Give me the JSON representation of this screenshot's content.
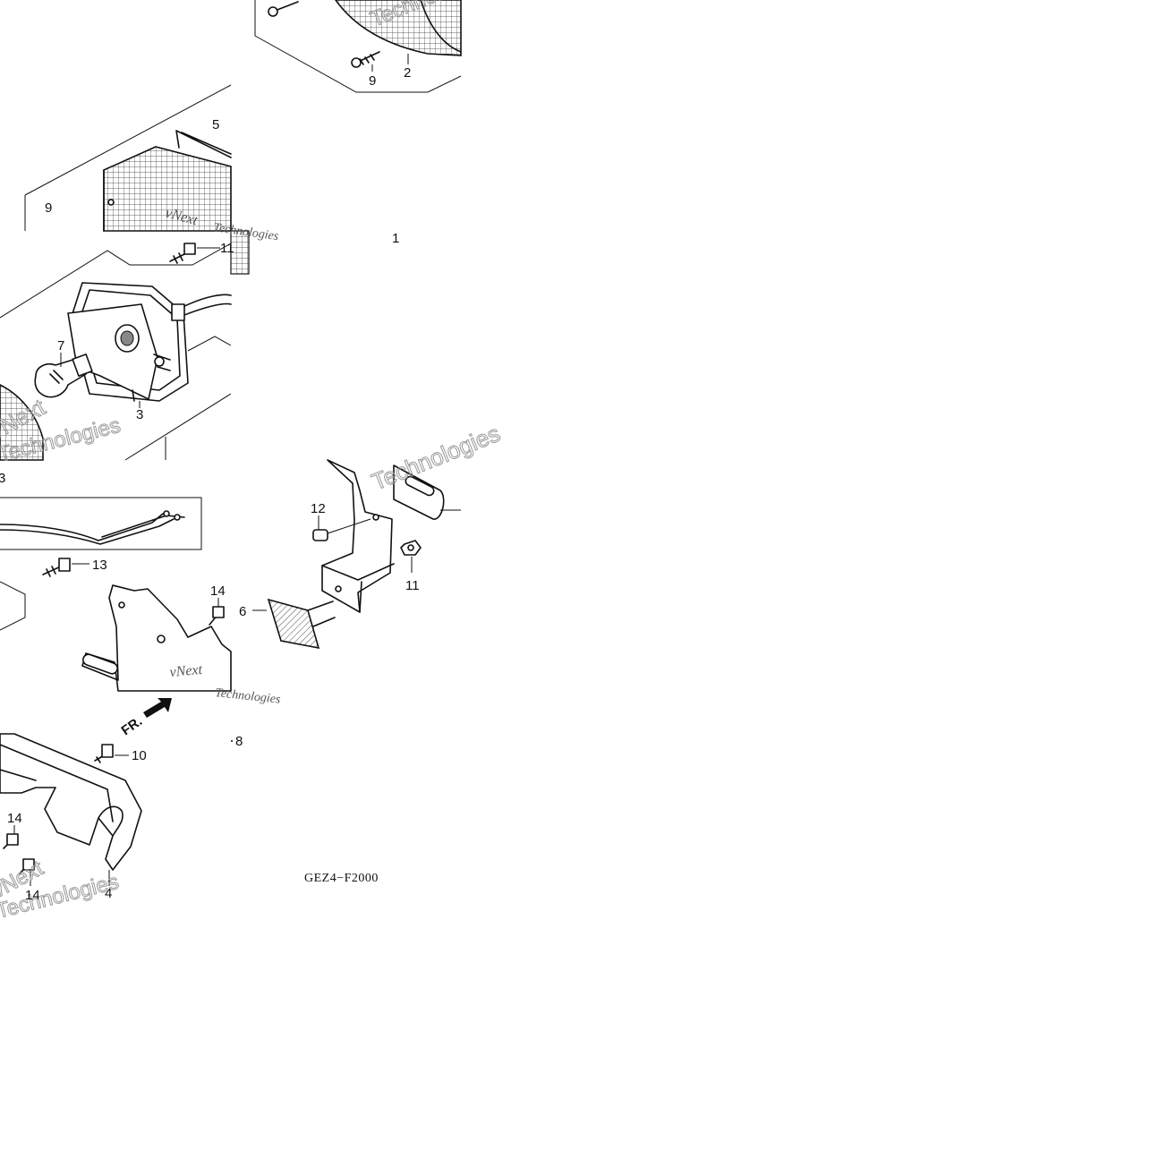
{
  "diagram_code": "GEZ4−F2000",
  "front_indicator": "FR.",
  "watermarks": {
    "brand": "vNext",
    "word": "Technologies"
  },
  "callouts": {
    "c1": "1",
    "c2": "2",
    "c3": "3",
    "c3b": "3",
    "c4": "4",
    "c5": "5",
    "c6": "6",
    "c7": "7",
    "c8": "8",
    "c9a": "9",
    "c9b": "9",
    "c10": "10",
    "c11a": "11",
    "c11b": "11",
    "c12": "12",
    "c13": "13",
    "c14a": "14",
    "c14b": "14",
    "c14c": "14"
  }
}
